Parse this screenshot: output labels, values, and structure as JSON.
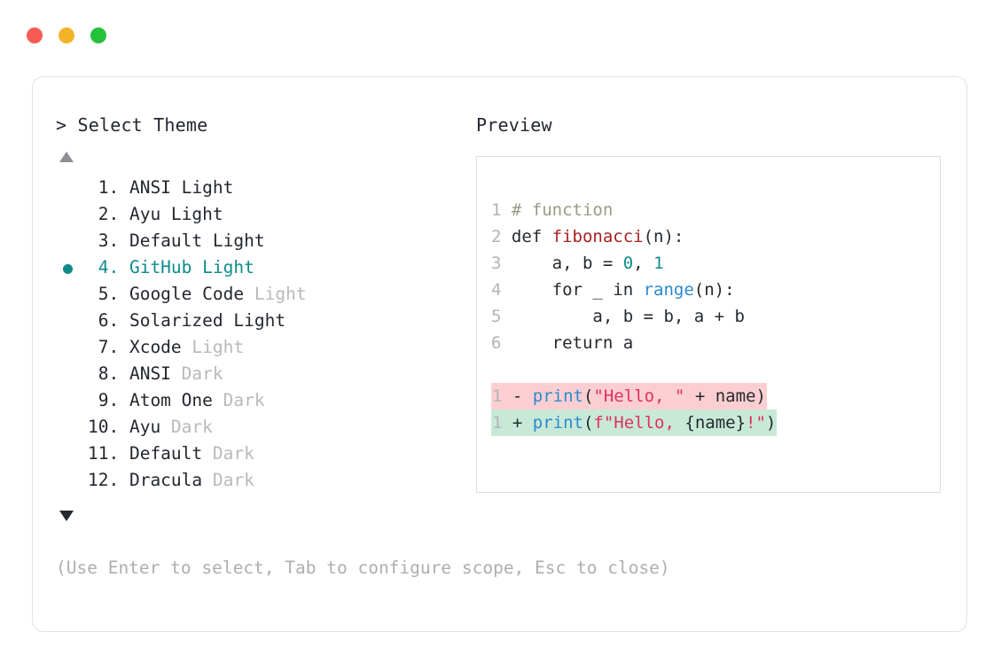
{
  "window": {
    "traffic_lights": [
      {
        "name": "close",
        "color": "#f55b52"
      },
      {
        "name": "minimize",
        "color": "#f4b42a"
      },
      {
        "name": "maximize",
        "color": "#24c13b"
      }
    ]
  },
  "left": {
    "heading": "> Select Theme",
    "scroll_up_icon": "triangle-up-icon",
    "scroll_down_icon": "triangle-down-icon",
    "selected_index": 4,
    "accent": "#0d8b8b",
    "items": [
      {
        "num": "1.",
        "name": "ANSI",
        "variant": "Light",
        "variant_dim": false,
        "selected": false
      },
      {
        "num": "2.",
        "name": "Ayu",
        "variant": "Light",
        "variant_dim": false,
        "selected": false
      },
      {
        "num": "3.",
        "name": "Default",
        "variant": "Light",
        "variant_dim": false,
        "selected": false
      },
      {
        "num": "4.",
        "name": "GitHub",
        "variant": "Light",
        "variant_dim": false,
        "selected": true
      },
      {
        "num": "5.",
        "name": "Google Code",
        "variant": "Light",
        "variant_dim": true,
        "selected": false
      },
      {
        "num": "6.",
        "name": "Solarized",
        "variant": "Light",
        "variant_dim": false,
        "selected": false
      },
      {
        "num": "7.",
        "name": "Xcode",
        "variant": "Light",
        "variant_dim": true,
        "selected": false
      },
      {
        "num": "8.",
        "name": "ANSI",
        "variant": "Dark",
        "variant_dim": true,
        "selected": false
      },
      {
        "num": "9.",
        "name": "Atom One",
        "variant": "Dark",
        "variant_dim": true,
        "selected": false
      },
      {
        "num": "10.",
        "name": "Ayu",
        "variant": "Dark",
        "variant_dim": true,
        "selected": false
      },
      {
        "num": "11.",
        "name": "Default",
        "variant": "Dark",
        "variant_dim": true,
        "selected": false
      },
      {
        "num": "12.",
        "name": "Dracula",
        "variant": "Dark",
        "variant_dim": true,
        "selected": false
      }
    ],
    "hint": "(Use Enter to select, Tab to configure scope, Esc to close)"
  },
  "right": {
    "heading": "Preview",
    "code_lines": [
      {
        "ln": "1",
        "tokens": [
          {
            "t": "# function",
            "c": "comment"
          }
        ]
      },
      {
        "ln": "2",
        "tokens": [
          {
            "t": "def ",
            "c": "plain"
          },
          {
            "t": "fibonacci",
            "c": "fn"
          },
          {
            "t": "(n):",
            "c": "plain"
          }
        ]
      },
      {
        "ln": "3",
        "tokens": [
          {
            "t": "    a, b = ",
            "c": "plain"
          },
          {
            "t": "0",
            "c": "num"
          },
          {
            "t": ", ",
            "c": "plain"
          },
          {
            "t": "1",
            "c": "num"
          }
        ]
      },
      {
        "ln": "4",
        "tokens": [
          {
            "t": "    for _ in ",
            "c": "plain"
          },
          {
            "t": "range",
            "c": "builtin"
          },
          {
            "t": "(n):",
            "c": "plain"
          }
        ]
      },
      {
        "ln": "5",
        "tokens": [
          {
            "t": "        a, b = b, a + b",
            "c": "plain"
          }
        ]
      },
      {
        "ln": "6",
        "tokens": [
          {
            "t": "    return a",
            "c": "plain"
          }
        ]
      }
    ],
    "diff_lines": [
      {
        "ln": "1",
        "kind": "del",
        "sign": "-",
        "bg": "#fbcfd2",
        "tokens": [
          {
            "t": "print",
            "c": "builtin"
          },
          {
            "t": "(",
            "c": "plain"
          },
          {
            "t": "\"Hello, \"",
            "c": "str"
          },
          {
            "t": " + name)",
            "c": "plain"
          }
        ]
      },
      {
        "ln": "1",
        "kind": "add",
        "sign": "+",
        "bg": "#c8e9d8",
        "tokens": [
          {
            "t": "print",
            "c": "builtin"
          },
          {
            "t": "(",
            "c": "plain"
          },
          {
            "t": "f\"Hello, ",
            "c": "str"
          },
          {
            "t": "{name}",
            "c": "plain"
          },
          {
            "t": "!\"",
            "c": "str"
          },
          {
            "t": ")",
            "c": "plain"
          }
        ]
      }
    ]
  }
}
